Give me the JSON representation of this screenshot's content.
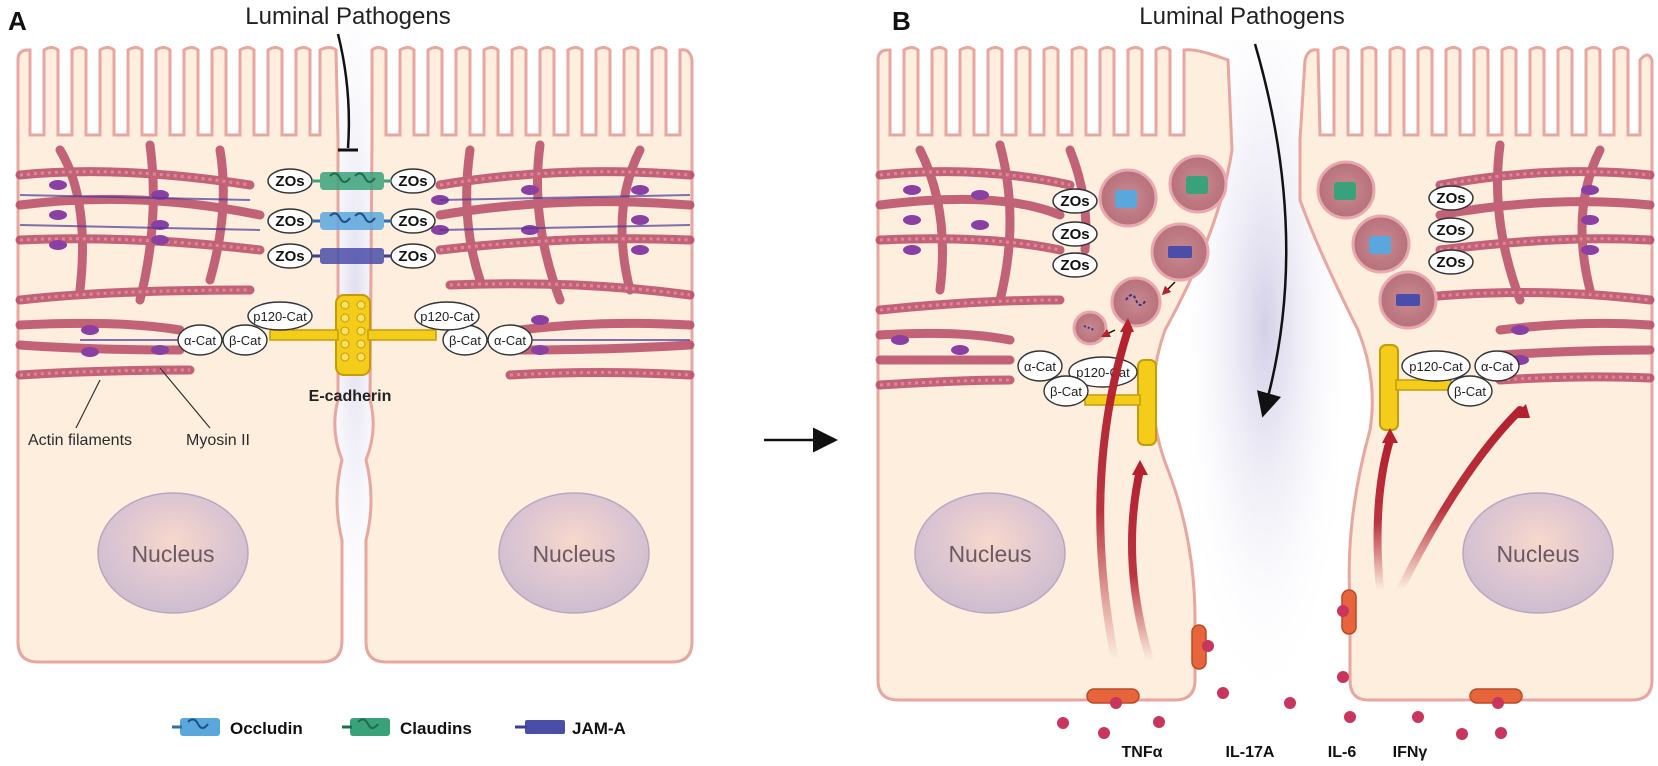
{
  "panels": {
    "a_label": "A",
    "b_label": "B",
    "a_title": "Luminal Pathogens",
    "b_title": "Luminal Pathogens"
  },
  "labels": {
    "nucleus": "Nucleus",
    "zos": "ZOs",
    "alpha_cat": "α-Cat",
    "beta_cat": "β-Cat",
    "p120_cat": "p120-Cat",
    "e_cadherin": "E-cadherin",
    "actin_filaments": "Actin filaments",
    "myosin_ii": "Myosin II"
  },
  "legend": {
    "occludin": "Occludin",
    "claudins": "Claudins",
    "jam_a": "JAM-A"
  },
  "cytokines": {
    "tnf": "TNFα",
    "il17a": "IL-17A",
    "il6": "IL-6",
    "ifn": "IFNγ"
  },
  "colors": {
    "cell_fill": "#fdeede",
    "cell_border": "#e8a6a0",
    "actin": "#c9566e",
    "myosin": "#8a3fa2",
    "claudin": "#3aa27a",
    "occludin": "#5aa7dd",
    "jam_a": "#4a4ea8",
    "cadherin": "#f3cd1a",
    "signal_arrow": "#b3202e",
    "receptor": "#e8643a",
    "cytokine": "#c8365e"
  },
  "icons": {
    "arrow": "right-arrow-icon"
  }
}
